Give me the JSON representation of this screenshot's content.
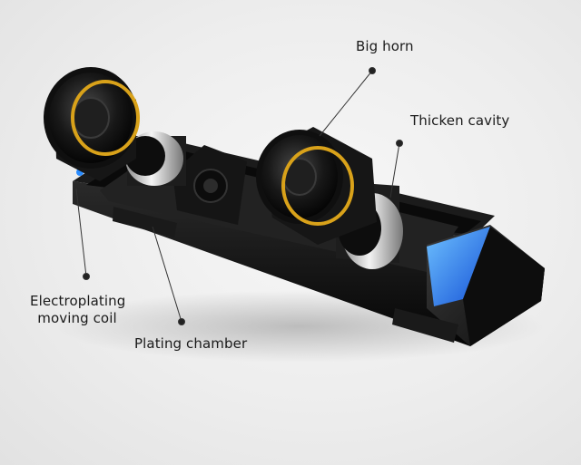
{
  "callouts": {
    "big_horn": "Big horn",
    "thicken_cavity": "Thicken cavity",
    "electroplating_line1": "Electroplating",
    "electroplating_line2": "moving coil",
    "plating_chamber": "Plating chamber"
  },
  "colors": {
    "background": "#ececec",
    "speaker_body": "#111111",
    "coil_ring": "#d9a21a",
    "led_accent": "#2a8cff",
    "callout_line": "#333333"
  }
}
